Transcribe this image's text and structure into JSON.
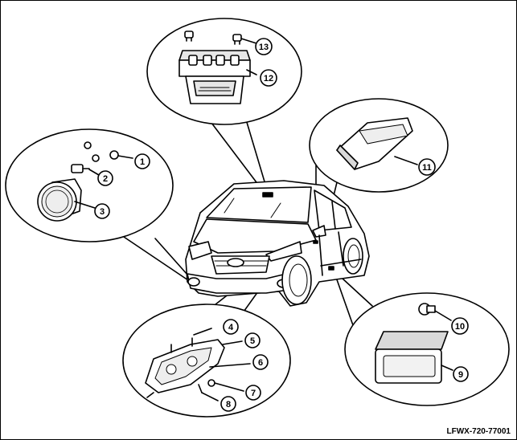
{
  "diagram": {
    "figure_code": "LFWX-720-77001",
    "callouts": [
      "1",
      "2",
      "3",
      "4",
      "5",
      "6",
      "7",
      "8",
      "9",
      "10",
      "11",
      "12",
      "13"
    ]
  },
  "colors": {
    "line": "#000000",
    "fill": "#ffffff",
    "shade": "#d9d9d9",
    "dark": "#555555"
  }
}
